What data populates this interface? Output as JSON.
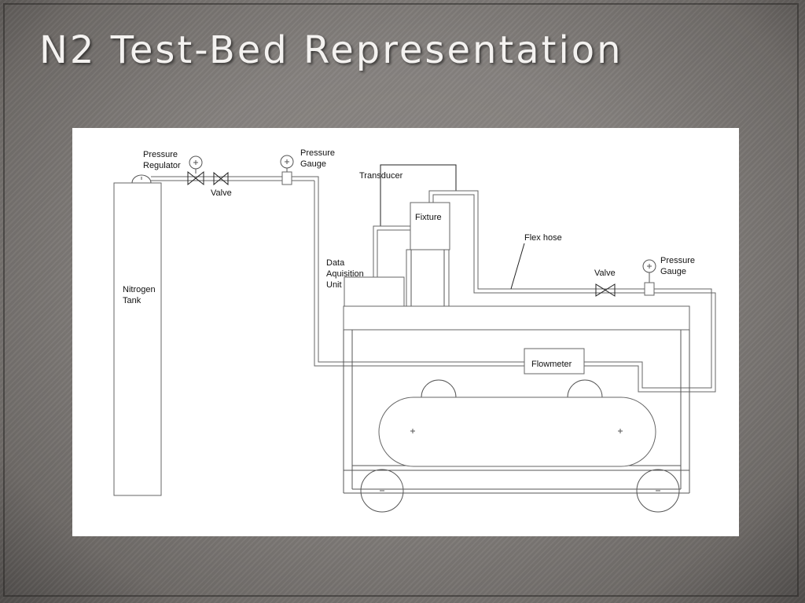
{
  "slide": {
    "title": "N2 Test-Bed Representation"
  },
  "diagram": {
    "labels": {
      "pressure_regulator": [
        "Pressure",
        "Regulator"
      ],
      "valve_left": "Valve",
      "pressure_gauge_top": [
        "Pressure",
        "Gauge"
      ],
      "transducer": "Transducer",
      "fixture": "Fixture",
      "flex_hose": "Flex hose",
      "data_acquisition_unit": [
        "Data",
        "Aquisition",
        "Unit"
      ],
      "nitrogen_tank": [
        "Nitrogen",
        "Tank"
      ],
      "valve_right": "Valve",
      "pressure_gauge_right": [
        "Pressure",
        "Gauge"
      ],
      "flowmeter": "Flowmeter"
    }
  }
}
